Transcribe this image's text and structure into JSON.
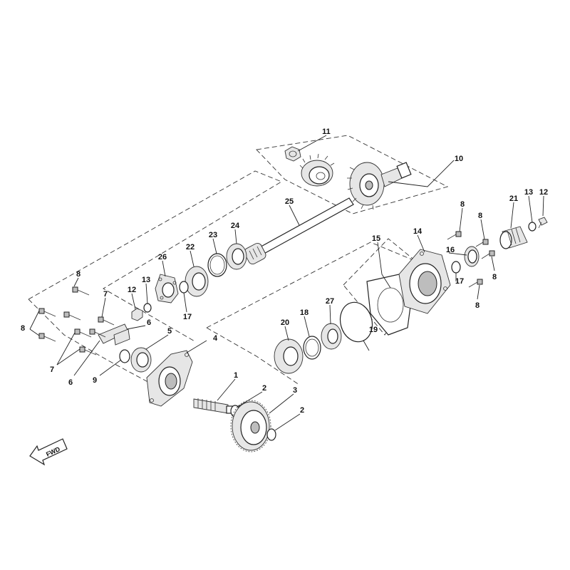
{
  "diagram": {
    "callouts": [
      {
        "id": "c11",
        "label": "11"
      },
      {
        "id": "c10",
        "label": "10"
      },
      {
        "id": "c25",
        "label": "25"
      },
      {
        "id": "c24",
        "label": "24"
      },
      {
        "id": "c23",
        "label": "23"
      },
      {
        "id": "c22",
        "label": "22"
      },
      {
        "id": "c26",
        "label": "26"
      },
      {
        "id": "c13a",
        "label": "13"
      },
      {
        "id": "c12a",
        "label": "12"
      },
      {
        "id": "c17a",
        "label": "17"
      },
      {
        "id": "c8a",
        "label": "8"
      },
      {
        "id": "c7a",
        "label": "7"
      },
      {
        "id": "c8b",
        "label": "8"
      },
      {
        "id": "c6a",
        "label": "6"
      },
      {
        "id": "c5",
        "label": "5"
      },
      {
        "id": "c7b",
        "label": "7"
      },
      {
        "id": "c6b",
        "label": "6"
      },
      {
        "id": "c9",
        "label": "9"
      },
      {
        "id": "c4",
        "label": "4"
      },
      {
        "id": "c1",
        "label": "1"
      },
      {
        "id": "c2a",
        "label": "2"
      },
      {
        "id": "c3",
        "label": "3"
      },
      {
        "id": "c2b",
        "label": "2"
      },
      {
        "id": "c20",
        "label": "20"
      },
      {
        "id": "c18",
        "label": "18"
      },
      {
        "id": "c27",
        "label": "27"
      },
      {
        "id": "c19",
        "label": "19"
      },
      {
        "id": "c15",
        "label": "15"
      },
      {
        "id": "c14",
        "label": "14"
      },
      {
        "id": "c8c",
        "label": "8"
      },
      {
        "id": "c8d",
        "label": "8"
      },
      {
        "id": "c16",
        "label": "16"
      },
      {
        "id": "c17b",
        "label": "17"
      },
      {
        "id": "c8e",
        "label": "8"
      },
      {
        "id": "c8f",
        "label": "8"
      },
      {
        "id": "c21",
        "label": "21"
      },
      {
        "id": "c13b",
        "label": "13"
      },
      {
        "id": "c12b",
        "label": "12"
      }
    ],
    "direction_label": "FWD",
    "icons": [
      "fwd-arrow-icon"
    ]
  }
}
